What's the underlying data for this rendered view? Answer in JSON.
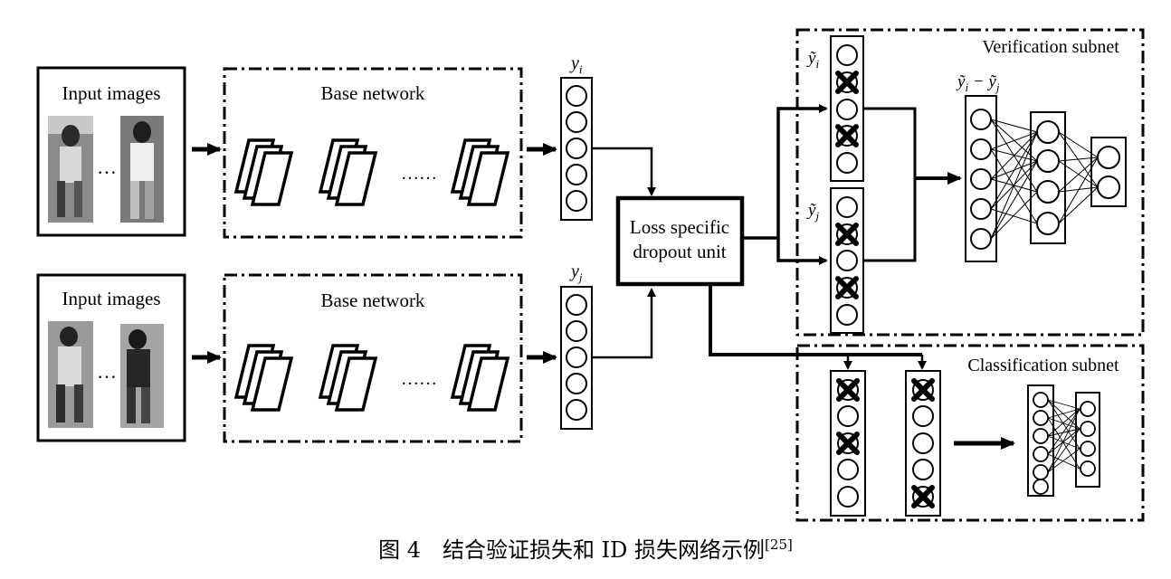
{
  "input_panel_top": {
    "title": "Input images",
    "ellipsis": "…"
  },
  "input_panel_bottom": {
    "title": "Input images",
    "ellipsis": "…"
  },
  "base_network_top": {
    "title": "Base network",
    "dots": "……"
  },
  "base_network_bottom": {
    "title": "Base network",
    "dots": "……"
  },
  "feature_top_label": "yi",
  "feature_bottom_label": "yj",
  "dropout_unit": {
    "line1": "Loss specific",
    "line2": "dropout unit"
  },
  "verification": {
    "title": "Verification subnet",
    "yi_label": "ỹi",
    "yj_label": "ỹj",
    "diff_label": "ỹi − ỹj"
  },
  "classification": {
    "title": "Classification subnet"
  },
  "caption": {
    "text": "图 4　结合验证损失和 ID 损失网络示例",
    "ref": "[25]"
  }
}
